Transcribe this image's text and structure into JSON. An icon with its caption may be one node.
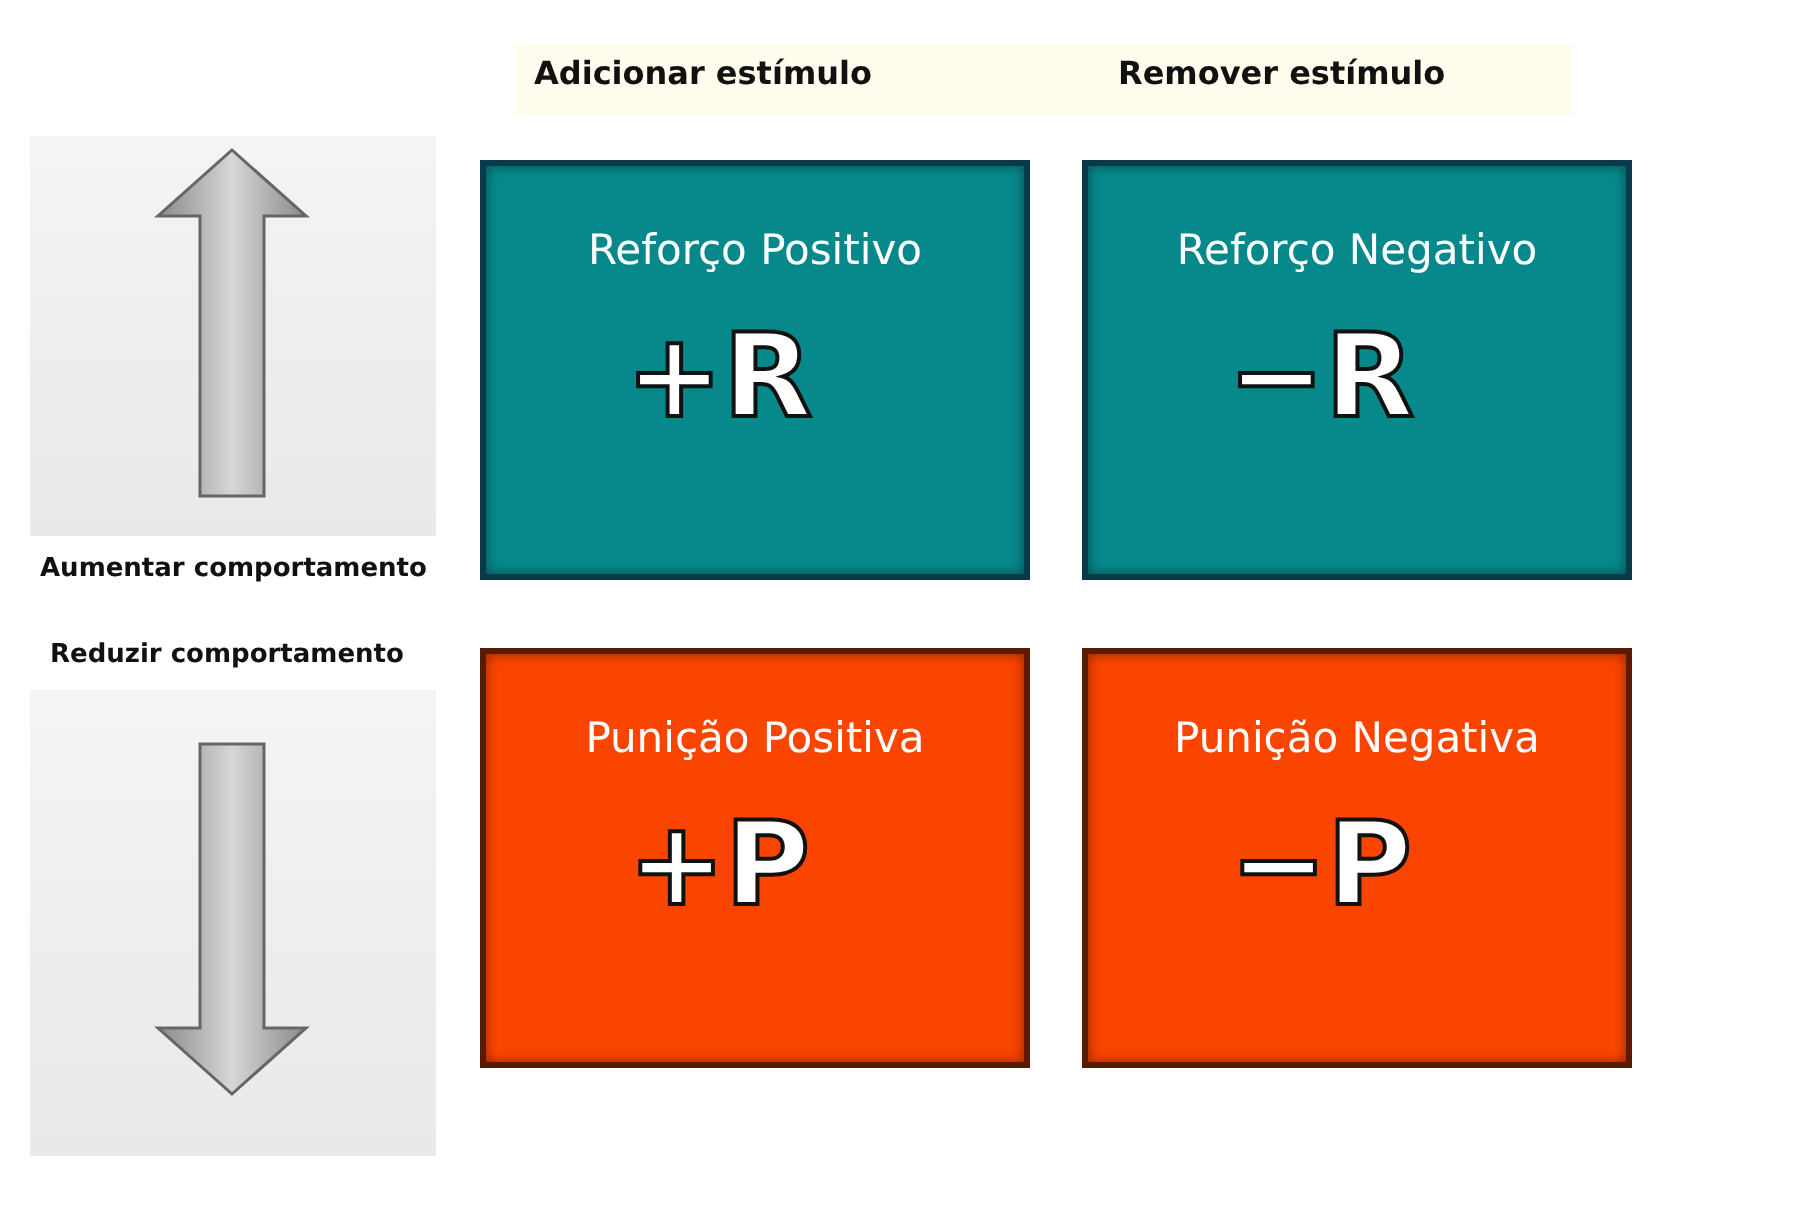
{
  "diagram": {
    "nodes": [
      {
        "text": [
          "Reforço Positivo",
          "+R"
        ]
      },
      {
        "text": [
          "Reforço Negativo",
          "−R"
        ]
      },
      {
        "text": [
          "Punição Positiva",
          "+P"
        ]
      },
      {
        "text": [
          "Punição Negativa",
          "−P"
        ]
      }
    ],
    "labels": [
      "Adicionar estímulo",
      "Remover estímulo",
      "Aumentar comportamento",
      "Reduzir comportamento"
    ]
  }
}
